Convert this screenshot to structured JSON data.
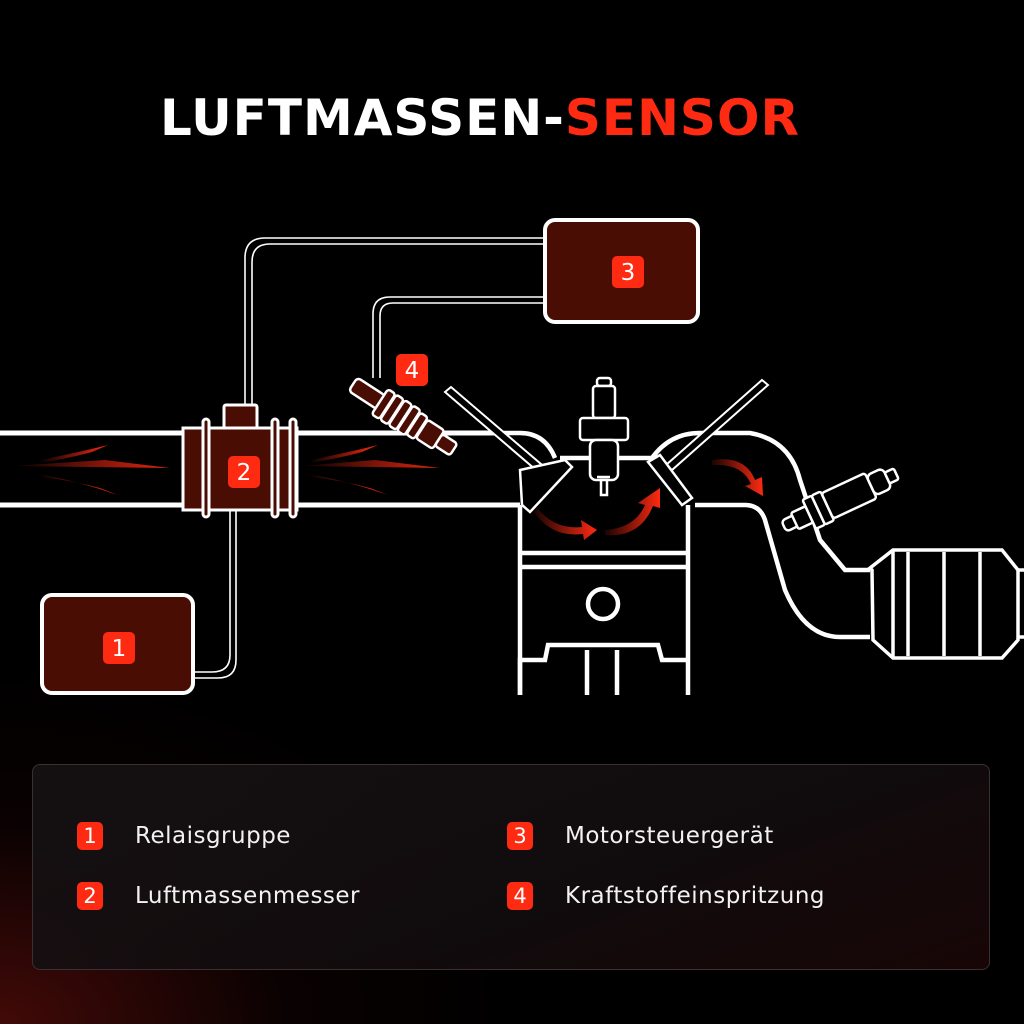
{
  "title": {
    "part1": "LUFTMASSEN-",
    "part2": "SENSOR"
  },
  "colors": {
    "background": "#000000",
    "accent": "#ff2a12",
    "component_fill": "#4a0d04",
    "outline": "#ffffff"
  },
  "diagram": {
    "markers": [
      {
        "number": "1",
        "component": "relay-box"
      },
      {
        "number": "2",
        "component": "air-mass-meter"
      },
      {
        "number": "3",
        "component": "engine-control-unit"
      },
      {
        "number": "4",
        "component": "fuel-injector"
      }
    ]
  },
  "legend": {
    "items": [
      {
        "number": "1",
        "label": "Relaisgruppe"
      },
      {
        "number": "2",
        "label": "Luftmassenmesser"
      },
      {
        "number": "3",
        "label": "Motorsteuergerät"
      },
      {
        "number": "4",
        "label": "Kraftstoffeinspritzung"
      }
    ]
  }
}
